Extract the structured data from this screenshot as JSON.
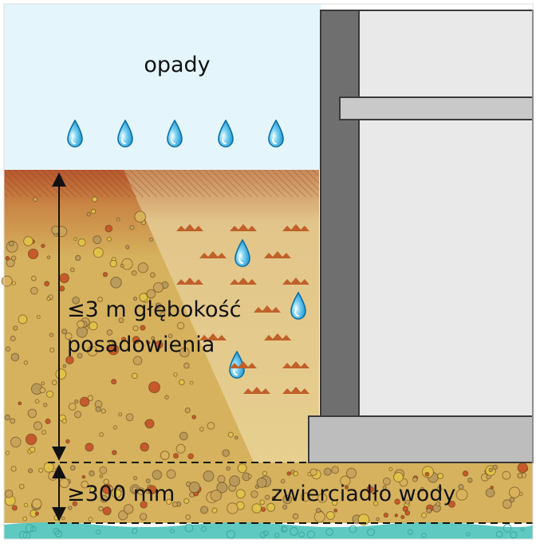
{
  "labels": {
    "rain": "opady",
    "depth_line1": "≤3 m głębokość",
    "depth_line2": "posadowienia",
    "min_distance": "≥300 mm",
    "water_table": "zwierciadło wody"
  },
  "colors": {
    "sky": "#e4f6fb",
    "soil": "#d6b25e",
    "soil_dark": "#b9823c",
    "topsoil": "#b8572e",
    "backfill": "#e6cf8f",
    "water": "#5ec9c0",
    "wall": "#6f6f6f",
    "wall_dark": "#3a3a3a",
    "interior": "#e9e9e9",
    "footing": "#bdbdbd",
    "drop": "#1ba0d8",
    "mark": "#c0602a"
  },
  "icons": {
    "drop": "water-drop-icon",
    "compaction": "compaction-mark-icon",
    "arrow": "double-arrow-icon"
  }
}
